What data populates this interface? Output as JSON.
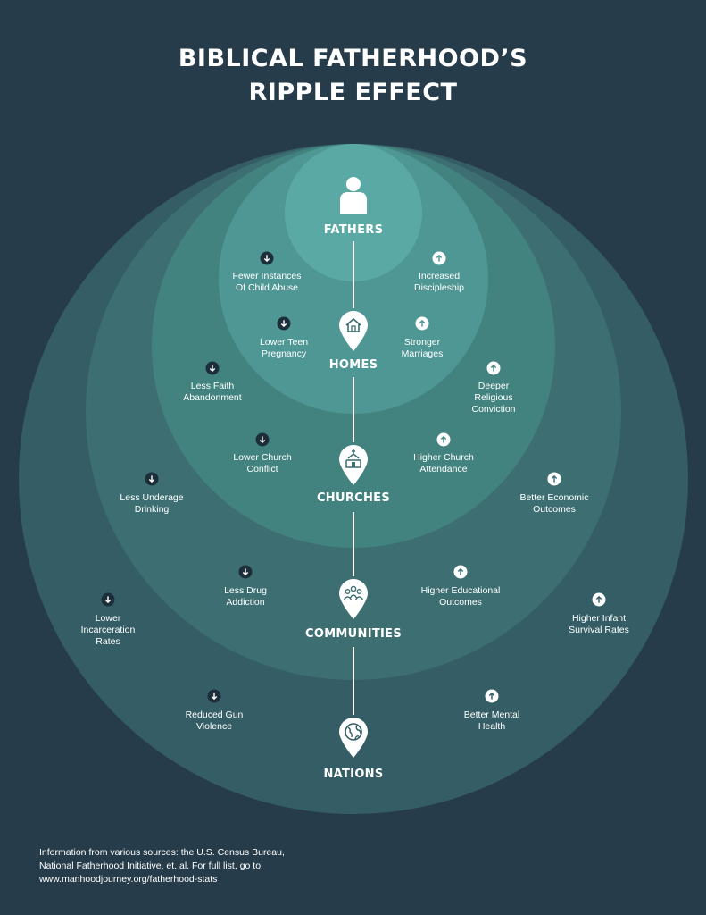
{
  "title": {
    "line1": "BIBLICAL FATHERHOOD’S",
    "line2": "RIPPLE EFFECT"
  },
  "colors": {
    "background": "#263c4a",
    "ring_fathers": "#5ba9a5",
    "ring_homes": "#4f9794",
    "ring_churches": "#43837f",
    "ring_communities": "#3d6f72",
    "ring_nations": "#345d66",
    "arrow_down": "#1c2e39",
    "arrow_up": "#ffffff"
  },
  "levels": [
    {
      "name": "FATHERS",
      "icon": "person-icon"
    },
    {
      "name": "HOMES",
      "icon": "house-pin-icon"
    },
    {
      "name": "CHURCHES",
      "icon": "church-pin-icon"
    },
    {
      "name": "COMMUNITIES",
      "icon": "people-pin-icon"
    },
    {
      "name": "NATIONS",
      "icon": "globe-pin-icon"
    }
  ],
  "effects": [
    {
      "text": "Fewer Instances\nOf Child Abuse",
      "direction": "down"
    },
    {
      "text": "Increased\nDiscipleship",
      "direction": "up"
    },
    {
      "text": "Lower Teen\nPregnancy",
      "direction": "down"
    },
    {
      "text": "Stronger\nMarriages",
      "direction": "up"
    },
    {
      "text": "Less Faith\nAbandonment",
      "direction": "down"
    },
    {
      "text": "Deeper\nReligious\nConviction",
      "direction": "up"
    },
    {
      "text": "Lower Church\nConflict",
      "direction": "down"
    },
    {
      "text": "Higher Church\nAttendance",
      "direction": "up"
    },
    {
      "text": "Less Underage\nDrinking",
      "direction": "down"
    },
    {
      "text": "Better Economic\nOutcomes",
      "direction": "up"
    },
    {
      "text": "Less Drug\nAddiction",
      "direction": "down"
    },
    {
      "text": "Higher Educational\nOutcomes",
      "direction": "up"
    },
    {
      "text": "Lower\nIncarceration\nRates",
      "direction": "down"
    },
    {
      "text": "Higher Infant\nSurvival Rates",
      "direction": "up"
    },
    {
      "text": "Reduced Gun\nViolence",
      "direction": "down"
    },
    {
      "text": "Better Mental\nHealth",
      "direction": "up"
    }
  ],
  "footer": {
    "line1": "Information from various sources: the U.S. Census Bureau,",
    "line2": "National Fatherhood Initiative, et. al. For full list, go to:",
    "line3": "www.manhoodjourney.org/fatherhood-stats"
  }
}
